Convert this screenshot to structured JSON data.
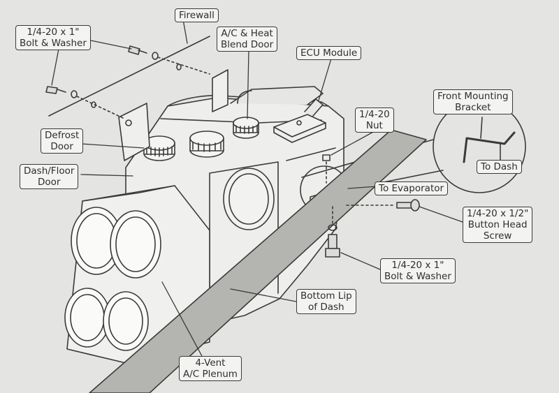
{
  "diagram": {
    "callouts": {
      "firewall": [
        "Firewall"
      ],
      "bolt_washer_top": [
        "1/4-20 x 1\"",
        "Bolt & Washer"
      ],
      "blend_door": [
        "A/C & Heat",
        "Blend Door"
      ],
      "ecu_module": [
        "ECU Module"
      ],
      "nut": [
        "1/4-20",
        "Nut"
      ],
      "front_mounting_bracket": [
        "Front Mounting",
        "Bracket"
      ],
      "to_dash": [
        "To Dash"
      ],
      "defrost_door": [
        "Defrost",
        "Door"
      ],
      "dash_floor_door": [
        "Dash/Floor",
        "Door"
      ],
      "to_evaporator": [
        "To Evaporator"
      ],
      "button_head_screw": [
        "1/4-20 x 1/2\"",
        "Button Head",
        "Screw"
      ],
      "bolt_washer_bottom": [
        "1/4-20 x 1\"",
        "Bolt & Washer"
      ],
      "bottom_lip_of_dash": [
        "Bottom Lip",
        "of Dash"
      ],
      "plenum": [
        "4-Vent",
        "A/C Plenum"
      ]
    },
    "colors": {
      "background": "#e4e4e2",
      "line": "#3a3a3a",
      "callout_fill": "#f3f3f1",
      "dash_lip_fill": "#b4b4b0"
    }
  }
}
